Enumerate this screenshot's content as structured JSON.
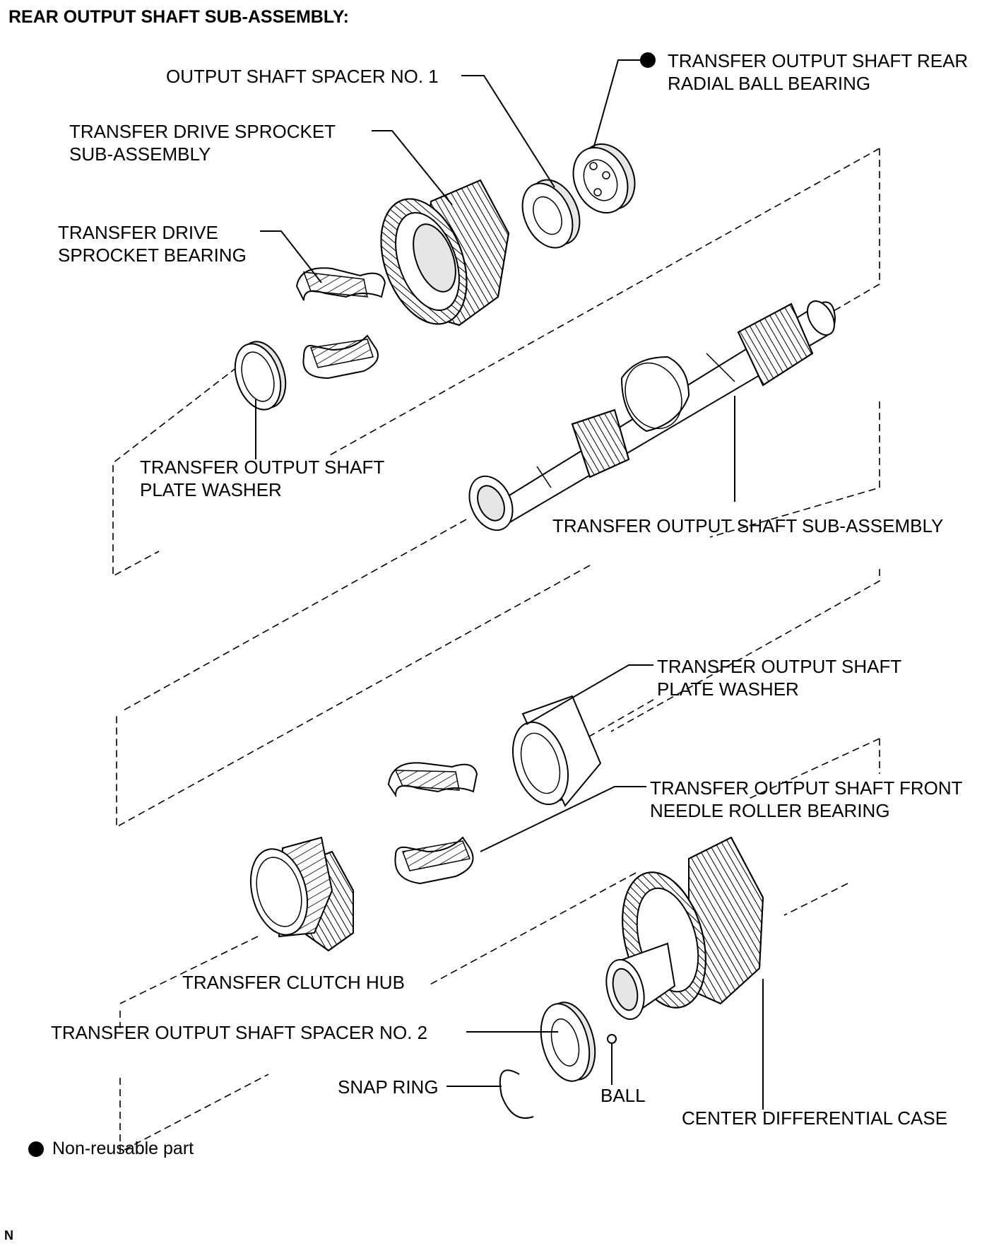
{
  "title": "REAR OUTPUT SHAFT SUB-ASSEMBLY:",
  "labels": {
    "rear_bearing_l1": "TRANSFER OUTPUT SHAFT REAR",
    "rear_bearing_l2": "RADIAL BALL BEARING",
    "spacer1": "OUTPUT SHAFT SPACER NO. 1",
    "sprocket_l1": "TRANSFER DRIVE SPROCKET",
    "sprocket_l2": "SUB-ASSEMBLY",
    "sprocket_bearing_l1": "TRANSFER DRIVE",
    "sprocket_bearing_l2": "SPROCKET BEARING",
    "washer_top_l1": "TRANSFER OUTPUT SHAFT",
    "washer_top_l2": "PLATE WASHER",
    "shaft": "TRANSFER OUTPUT SHAFT SUB-ASSEMBLY",
    "washer_bottom_l1": "TRANSFER OUTPUT SHAFT",
    "washer_bottom_l2": "PLATE WASHER",
    "front_bearing_l1": "TRANSFER OUTPUT SHAFT FRONT",
    "front_bearing_l2": "NEEDLE ROLLER BEARING",
    "clutch_hub": "TRANSFER CLUTCH HUB",
    "spacer2": "TRANSFER OUTPUT SHAFT SPACER NO. 2",
    "snap_ring": "SNAP RING",
    "ball": "BALL",
    "center_diff": "CENTER DIFFERENTIAL CASE"
  },
  "legend": {
    "text": "Non-reusable part"
  },
  "code": "N"
}
